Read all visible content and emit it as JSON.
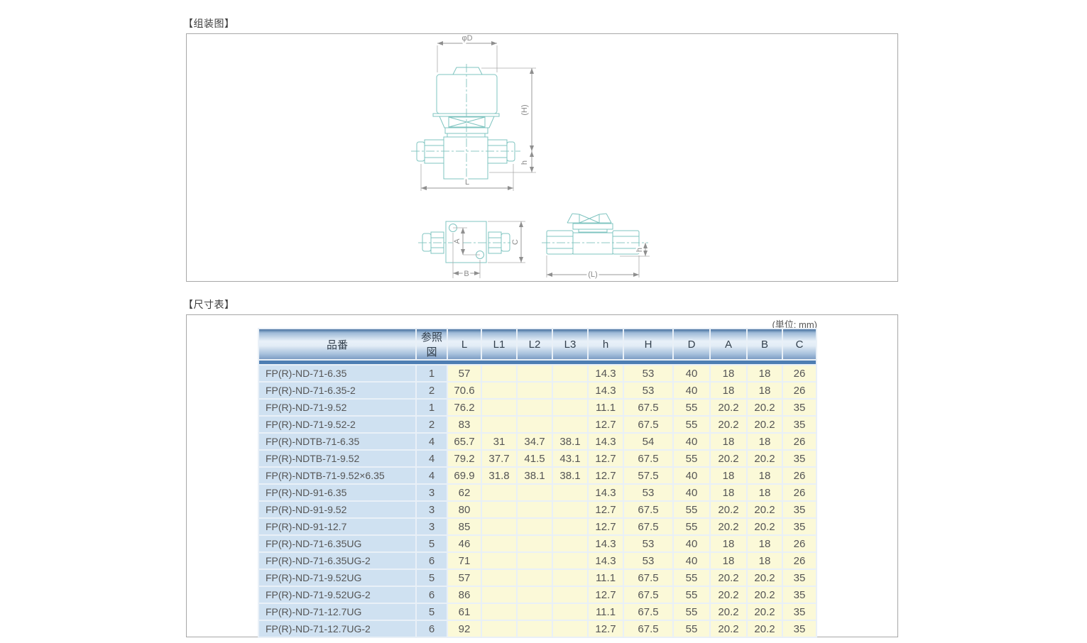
{
  "assembly_panel": {
    "section_label": "【组装图】",
    "labels": {
      "dia": "φD",
      "height_total": "(H)",
      "height_port": "h",
      "length": "L",
      "hole_pitch_v": "A",
      "hole_pitch_h": "B",
      "body_width": "C",
      "side_height": "h",
      "side_length": "(L)"
    }
  },
  "dimension_table_panel": {
    "section_label": "【尺寸表】",
    "unit_label": "(単位: mm)",
    "columns": [
      "品番",
      "参照図",
      "L",
      "L1",
      "L2",
      "L3",
      "h",
      "H",
      "D",
      "A",
      "B",
      "C"
    ],
    "rows": [
      [
        "FP(R)-ND-71-6.35",
        "1",
        "57",
        "",
        "",
        "",
        "14.3",
        "53",
        "40",
        "18",
        "18",
        "26"
      ],
      [
        "FP(R)-ND-71-6.35-2",
        "2",
        "70.6",
        "",
        "",
        "",
        "14.3",
        "53",
        "40",
        "18",
        "18",
        "26"
      ],
      [
        "FP(R)-ND-71-9.52",
        "1",
        "76.2",
        "",
        "",
        "",
        "11.1",
        "67.5",
        "55",
        "20.2",
        "20.2",
        "35"
      ],
      [
        "FP(R)-ND-71-9.52-2",
        "2",
        "83",
        "",
        "",
        "",
        "12.7",
        "67.5",
        "55",
        "20.2",
        "20.2",
        "35"
      ],
      [
        "FP(R)-NDTB-71-6.35",
        "4",
        "65.7",
        "31",
        "34.7",
        "38.1",
        "14.3",
        "54",
        "40",
        "18",
        "18",
        "26"
      ],
      [
        "FP(R)-NDTB-71-9.52",
        "4",
        "79.2",
        "37.7",
        "41.5",
        "43.1",
        "12.7",
        "67.5",
        "55",
        "20.2",
        "20.2",
        "35"
      ],
      [
        "FP(R)-NDTB-71-9.52×6.35",
        "4",
        "69.9",
        "31.8",
        "38.1",
        "38.1",
        "12.7",
        "57.5",
        "40",
        "18",
        "18",
        "26"
      ],
      [
        "FP(R)-ND-91-6.35",
        "3",
        "62",
        "",
        "",
        "",
        "14.3",
        "53",
        "40",
        "18",
        "18",
        "26"
      ],
      [
        "FP(R)-ND-91-9.52",
        "3",
        "80",
        "",
        "",
        "",
        "12.7",
        "67.5",
        "55",
        "20.2",
        "20.2",
        "35"
      ],
      [
        "FP(R)-ND-91-12.7",
        "3",
        "85",
        "",
        "",
        "",
        "12.7",
        "67.5",
        "55",
        "20.2",
        "20.2",
        "35"
      ],
      [
        "FP(R)-ND-71-6.35UG",
        "5",
        "46",
        "",
        "",
        "",
        "14.3",
        "53",
        "40",
        "18",
        "18",
        "26"
      ],
      [
        "FP(R)-ND-71-6.35UG-2",
        "6",
        "71",
        "",
        "",
        "",
        "14.3",
        "53",
        "40",
        "18",
        "18",
        "26"
      ],
      [
        "FP(R)-ND-71-9.52UG",
        "5",
        "57",
        "",
        "",
        "",
        "11.1",
        "67.5",
        "55",
        "20.2",
        "20.2",
        "35"
      ],
      [
        "FP(R)-ND-71-9.52UG-2",
        "6",
        "86",
        "",
        "",
        "",
        "12.7",
        "67.5",
        "55",
        "20.2",
        "20.2",
        "35"
      ],
      [
        "FP(R)-ND-71-12.7UG",
        "5",
        "61",
        "",
        "",
        "",
        "11.1",
        "67.5",
        "55",
        "20.2",
        "20.2",
        "35"
      ],
      [
        "FP(R)-ND-71-12.7UG-2",
        "6",
        "92",
        "",
        "",
        "",
        "12.7",
        "67.5",
        "55",
        "20.2",
        "20.2",
        "35"
      ]
    ]
  }
}
